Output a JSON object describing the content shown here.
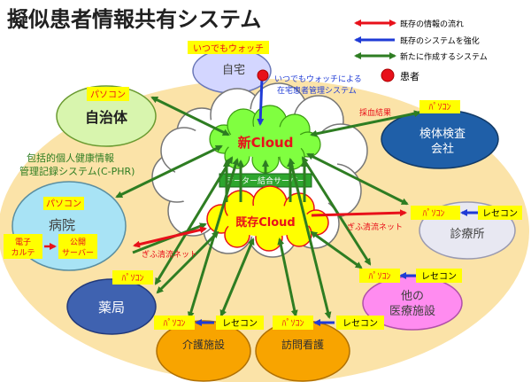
{
  "title": "擬似患者情報共有システム",
  "legend": {
    "existing_flow": "既存の情報の流れ",
    "strengthen": "既存のシステムを強化",
    "new_system": "新たに作成するシステム",
    "patient": "患者"
  },
  "nodes": {
    "home": "自宅",
    "municipality": "自治体",
    "lab": [
      "検体検査",
      "会社"
    ],
    "hospital": "病院",
    "clinic": "診療所",
    "pharmacy": "薬局",
    "other_medical": [
      "他の",
      "医療施設"
    ],
    "care_facility": "介護施設",
    "home_nursing": "訪問看護"
  },
  "badges": {
    "itsudemo_watch": "いつでもウォッチ",
    "pasokon_full": "パソコン",
    "pasokon_small": "ﾊﾟｿｺﾝ",
    "rececon": "レセコン",
    "ehr": [
      "電子",
      "カルテ"
    ],
    "public_server": [
      "公開",
      "サーバー"
    ]
  },
  "clouds": {
    "new": "新Cloud",
    "existing": "既存Cloud",
    "data_server": "データー結合サーバー"
  },
  "annotations": {
    "home_system": [
      "いつでもウォッチによる",
      "在宅患者管理システム"
    ],
    "blood_test": "採血結果",
    "phr": [
      "包括的個人健康情報",
      "管理記録システム(C-PHR)"
    ],
    "gifu_net": "ぎふ清流ネット"
  },
  "colors": {
    "arrow_red": "#e8101a",
    "arrow_blue": "#1f3bd6",
    "arrow_green": "#2e7d22",
    "badge_yellow": "#ffff00",
    "patient_dot": "#e8101a",
    "lab_fill": "#1f5fa8",
    "pharmacy_fill": "#3f62b0",
    "new_cloud_fill": "#80ff40",
    "existing_cloud_fill": "#ffff00",
    "hospital_fill": "#a8e3f5",
    "municipality_fill": "#d8f5ae",
    "home_fill": "#d3d6ff",
    "clinic_fill": "#e8e8f2",
    "other_medical_fill": "#ff8cf0",
    "care_fill": "#f8a400",
    "background_fill": "#fbe3a8",
    "title_color": "#202020"
  }
}
